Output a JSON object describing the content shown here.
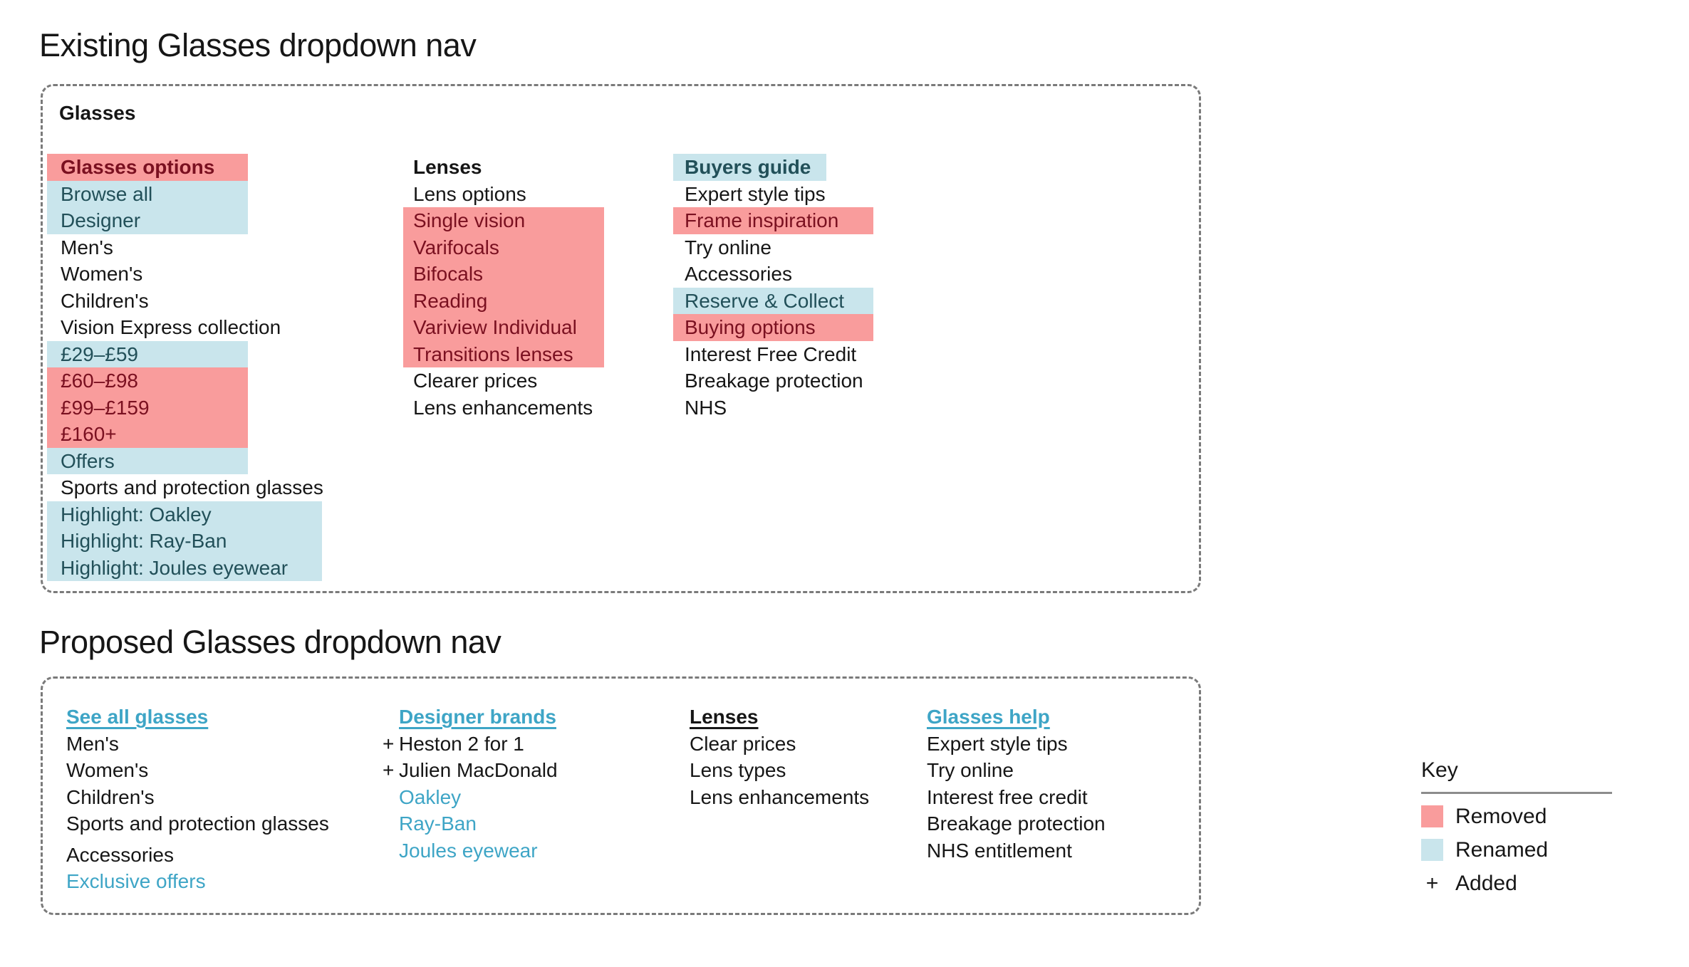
{
  "colors": {
    "removed_bg": "#F99C9C",
    "removed_text": "#7A1020",
    "renamed_bg": "#C9E5EC",
    "renamed_text": "#225059",
    "link_teal": "#3EA5C6",
    "text": "#161616",
    "border_gray": "#7A7A7A"
  },
  "symbols": {
    "added": "+"
  },
  "existing": {
    "title": "Existing Glasses dropdown nav",
    "box_label": "Glasses",
    "columns": [
      {
        "name": "glasses-options",
        "items": [
          {
            "label": "Glasses options",
            "highlight": "removed",
            "bold": true
          },
          {
            "label": "Browse all",
            "highlight": "renamed"
          },
          {
            "label": "Designer",
            "highlight": "renamed"
          },
          {
            "label": "Men's"
          },
          {
            "label": "Women's"
          },
          {
            "label": "Children's"
          },
          {
            "label": "Vision Express collection"
          },
          {
            "label": "£29–£59",
            "highlight": "renamed"
          },
          {
            "label": "£60–£98",
            "highlight": "removed"
          },
          {
            "label": "£99–£159",
            "highlight": "removed"
          },
          {
            "label": "£160+",
            "highlight": "removed"
          },
          {
            "label": "Offers",
            "highlight": "renamed"
          },
          {
            "label": "Sports and protection glasses"
          },
          {
            "label": "Highlight: Oakley",
            "highlight": "renamed",
            "wide": true
          },
          {
            "label": "Highlight: Ray-Ban",
            "highlight": "renamed",
            "wide": true
          },
          {
            "label": "Highlight: Joules eyewear",
            "highlight": "renamed",
            "wide": true
          }
        ]
      },
      {
        "name": "lenses",
        "items": [
          {
            "label": "Lenses",
            "bold": true
          },
          {
            "label": "Lens options"
          },
          {
            "label": "Single vision",
            "highlight": "removed"
          },
          {
            "label": "Varifocals",
            "highlight": "removed"
          },
          {
            "label": "Bifocals",
            "highlight": "removed"
          },
          {
            "label": "Reading",
            "highlight": "removed"
          },
          {
            "label": "Variview Individual",
            "highlight": "removed"
          },
          {
            "label": "Transitions lenses",
            "highlight": "removed"
          },
          {
            "label": "Clearer prices"
          },
          {
            "label": "Lens enhancements"
          }
        ]
      },
      {
        "name": "buyers-guide",
        "items": [
          {
            "label": "Buyers guide",
            "highlight": "renamed",
            "bold": true,
            "narrow": true
          },
          {
            "label": "Expert style tips"
          },
          {
            "label": "Frame inspiration",
            "highlight": "removed"
          },
          {
            "label": "Try online"
          },
          {
            "label": "Accessories"
          },
          {
            "label": "Reserve & Collect",
            "highlight": "renamed"
          },
          {
            "label": "Buying options",
            "highlight": "removed"
          },
          {
            "label": "Interest Free Credit"
          },
          {
            "label": "Breakage protection"
          },
          {
            "label": "NHS"
          }
        ]
      }
    ]
  },
  "proposed": {
    "title": "Proposed Glasses dropdown nav",
    "columns": [
      {
        "name": "see-all-glasses",
        "items": [
          {
            "label": "See all glasses",
            "header": true,
            "link": true
          },
          {
            "label": "Men's"
          },
          {
            "label": "Women's"
          },
          {
            "label": "Children's"
          },
          {
            "label": "Sports and protection glasses"
          },
          {
            "label": "Accessories",
            "gap": true
          },
          {
            "label": "Exclusive offers",
            "link": true
          }
        ]
      },
      {
        "name": "designer-brands",
        "items": [
          {
            "label": "Designer brands",
            "header": true,
            "link": true
          },
          {
            "label": "Heston 2 for 1",
            "added": true
          },
          {
            "label": "Julien MacDonald",
            "added": true
          },
          {
            "label": "Oakley",
            "link": true
          },
          {
            "label": "Ray-Ban",
            "link": true
          },
          {
            "label": "Joules eyewear",
            "link": true
          }
        ]
      },
      {
        "name": "lenses",
        "items": [
          {
            "label": "Lenses",
            "header": true
          },
          {
            "label": "Clear prices"
          },
          {
            "label": "Lens types"
          },
          {
            "label": "Lens enhancements"
          }
        ]
      },
      {
        "name": "glasses-help",
        "items": [
          {
            "label": "Glasses help",
            "header": true,
            "link": true
          },
          {
            "label": "Expert style tips"
          },
          {
            "label": "Try online"
          },
          {
            "label": "Interest free credit"
          },
          {
            "label": "Breakage protection"
          },
          {
            "label": "NHS entitlement"
          }
        ]
      }
    ]
  },
  "key": {
    "title": "Key",
    "entries": [
      {
        "swatch": "removed",
        "label": "Removed"
      },
      {
        "swatch": "renamed",
        "label": "Renamed"
      },
      {
        "symbol": "+",
        "label": "Added"
      }
    ]
  }
}
